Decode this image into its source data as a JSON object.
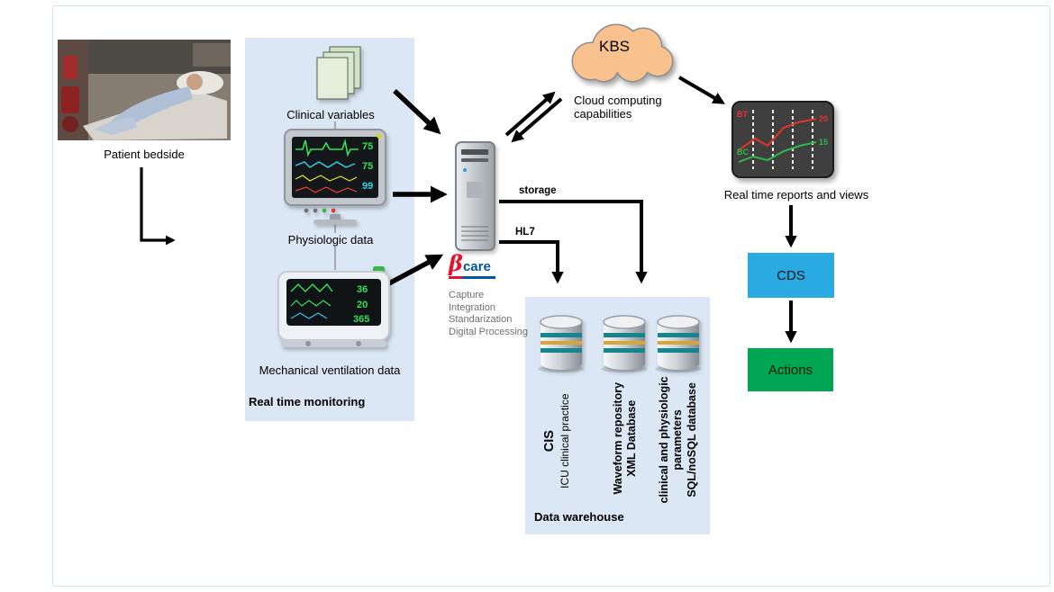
{
  "patient": {
    "caption": "Patient bedside"
  },
  "monitoring": {
    "title": "Real time monitoring",
    "clinical_variables_label": "Clinical variables",
    "physiologic_label": "Physiologic data",
    "ventilation_label": "Mechanical ventilation  data",
    "monitor": {
      "value1": "75",
      "value2": "75",
      "value3": "99"
    },
    "ventilator": {
      "value1": "36",
      "value2": "20",
      "value3": "365"
    }
  },
  "server": {
    "logo": {
      "beta": "β",
      "care": "care"
    },
    "functions": [
      "Capture",
      "Integration",
      "Standarization",
      "Digital Processing"
    ]
  },
  "cloud": {
    "label": "KBS",
    "caption_line1": "Cloud computing",
    "caption_line2": "capabilities"
  },
  "flows": {
    "storage_label": "storage",
    "hl7_label": "HL7"
  },
  "reports": {
    "caption": "Real time reports and views",
    "tag_top": "BT",
    "tag_bottom": "BC",
    "value_top": "20",
    "value_bottom": "15"
  },
  "cds_label": "CDS",
  "actions_label": "Actions",
  "warehouse": {
    "title": "Data warehouse",
    "db1": {
      "line1": "CIS",
      "line2": "ICU clinical practice"
    },
    "db2": {
      "line1": "Waveform repository",
      "line2": "XML  Database"
    },
    "db3": {
      "line1": "clinical and physiologic",
      "line2": "parameters",
      "line3": "SQL/noSQL database"
    }
  },
  "colors": {
    "panel_blue": "#dbe7f4",
    "cds_blue": "#29abe2",
    "actions_green": "#00a651",
    "cloud_orange": "#f9c18d"
  }
}
